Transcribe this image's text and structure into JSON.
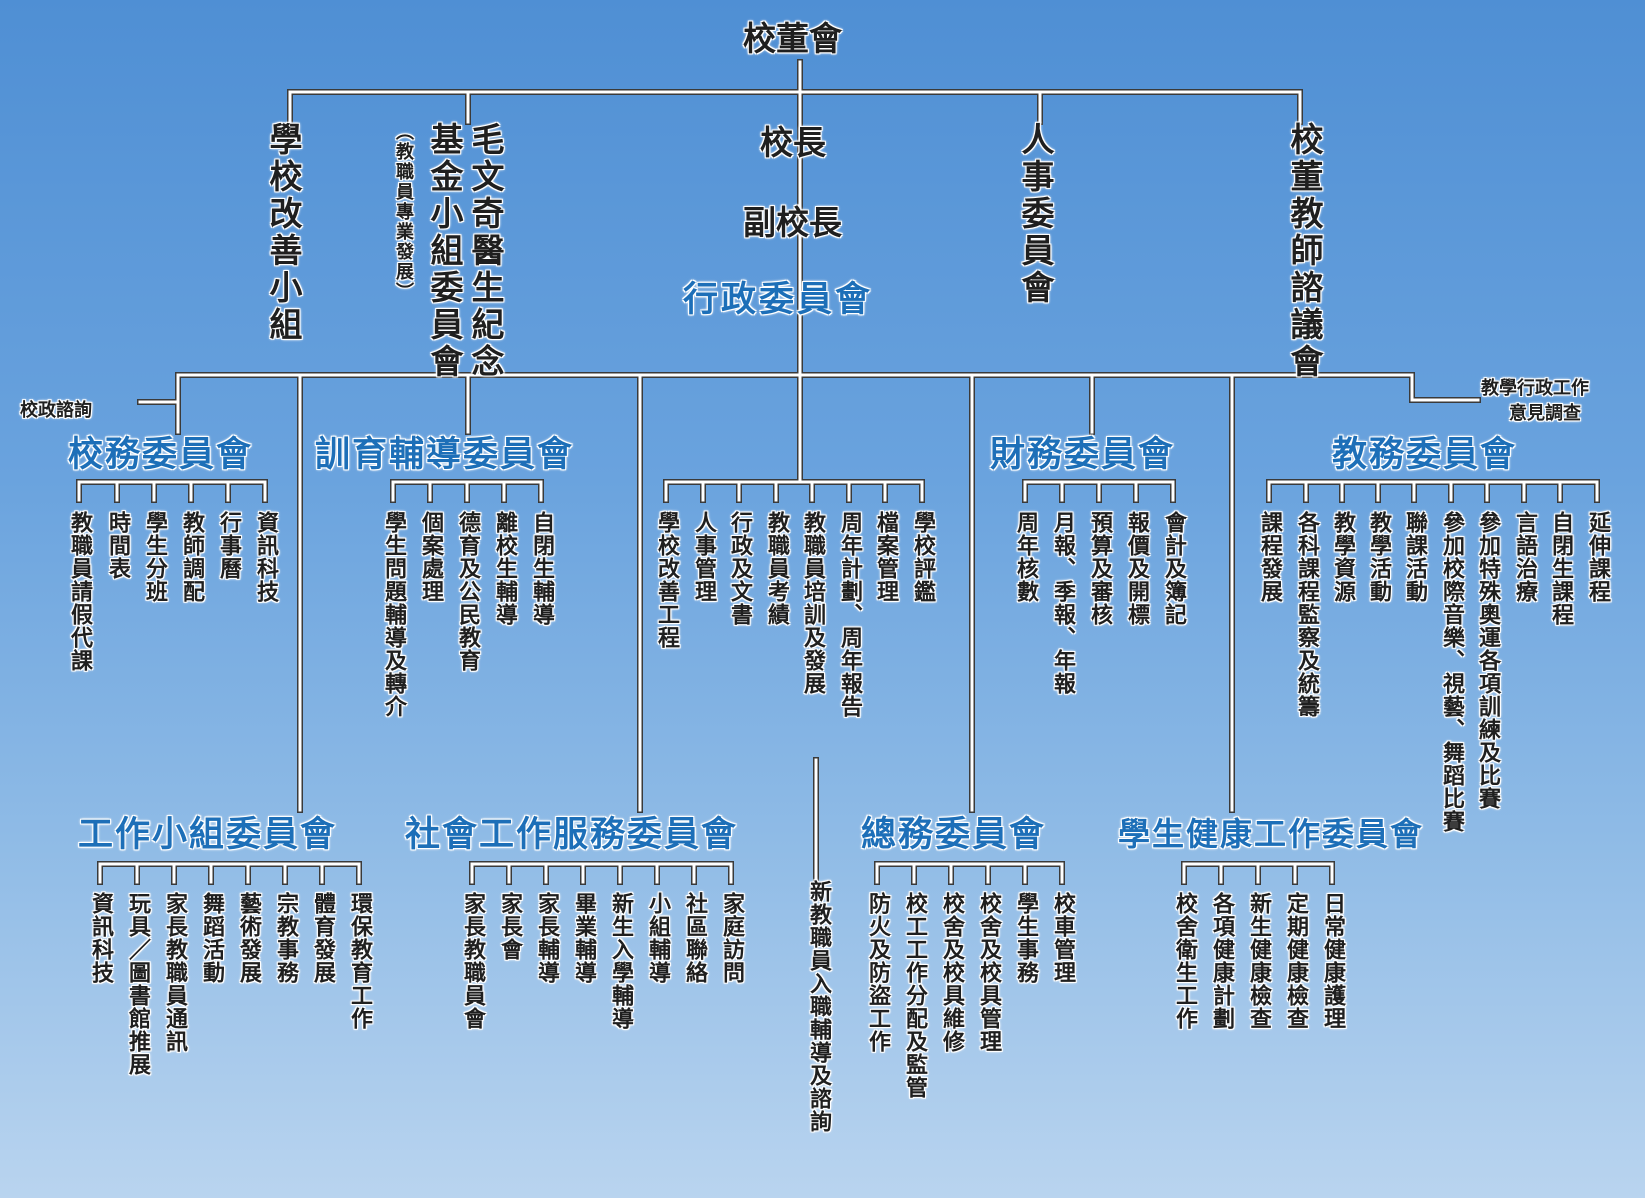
{
  "board": "校董會",
  "principal": "校長",
  "vice_principal": "副校長",
  "admin_committee": "行政委員會",
  "upper_branches": [
    "學校改善小組",
    "毛文奇醫生紀念基金小組委員會（教職員專業發展）",
    "人事委員會",
    "校董教師諮議會"
  ],
  "upper_branch_parts": {
    "mao_line1": "毛文奇醫生紀念",
    "mao_line2": "基金小組委員會",
    "mao_line3": "（教職員專業發展）"
  },
  "side_notes": {
    "left": "校政諮詢",
    "right_line1": "教學行政工作",
    "right_line2": "意見調查"
  },
  "committees": [
    {
      "name": "校務委員會",
      "items": [
        "教職員請假代課",
        "時間表",
        "學生分班",
        "教師調配",
        "行事曆",
        "資訊科技"
      ]
    },
    {
      "name": "訓育輔導委員會",
      "items": [
        "學生問題輔導及轉介",
        "個案處理",
        "德育及公民教育",
        "離校生輔導",
        "自閉生輔導"
      ]
    },
    {
      "name": "",
      "items": [
        "學校改善工程",
        "人事管理",
        "行政及文書",
        "教職員考績",
        "教職員培訓及發展",
        "周年計劃、周年報告",
        "檔案管理",
        "學校評鑑"
      ]
    },
    {
      "name": "財務委員會",
      "items": [
        "周年核數",
        "月報、季報、年報",
        "預算及審核",
        "報價及開標",
        "會計及簿記"
      ]
    },
    {
      "name": "教務委員會",
      "items": [
        "課程發展",
        "各科課程監察及統籌",
        "教學資源",
        "教學活動",
        "聯課活動",
        "參加校際音樂、視藝、舞蹈比賽",
        "參加特殊奧運各項訓練及比賽",
        "言語治療",
        "自閉生課程",
        "延伸課程"
      ]
    },
    {
      "name": "工作小組委員會",
      "items": [
        "資訊科技",
        "玩具／圖書館推展",
        "家長教職員通訊",
        "舞蹈活動",
        "藝術發展",
        "宗教事務",
        "體育發展",
        "環保教育工作"
      ]
    },
    {
      "name": "社會工作服務委員會",
      "items": [
        "家長教職員會",
        "家長會",
        "家長輔導",
        "畢業輔導",
        "新生入學輔導",
        "小組輔導",
        "社區聯絡",
        "家庭訪問"
      ]
    },
    {
      "name": "",
      "items": [
        "新教職員入職輔導及諮詢"
      ]
    },
    {
      "name": "總務委員會",
      "items": [
        "防火及防盜工作",
        "校工工作分配及監管",
        "校舍及校具維修",
        "校舍及校具管理",
        "學生事務",
        "校車管理"
      ]
    },
    {
      "name": "學生健康工作委員會",
      "items": [
        "校舍衛生工作",
        "各項健康計劃",
        "新生健康檢查",
        "定期健康檢查",
        "日常健康護理"
      ]
    }
  ],
  "colors": {
    "line": "#ffffff",
    "line_outline": "#3a3a3a",
    "heading": "#1d6fb8",
    "text": "#1f1f1f"
  }
}
